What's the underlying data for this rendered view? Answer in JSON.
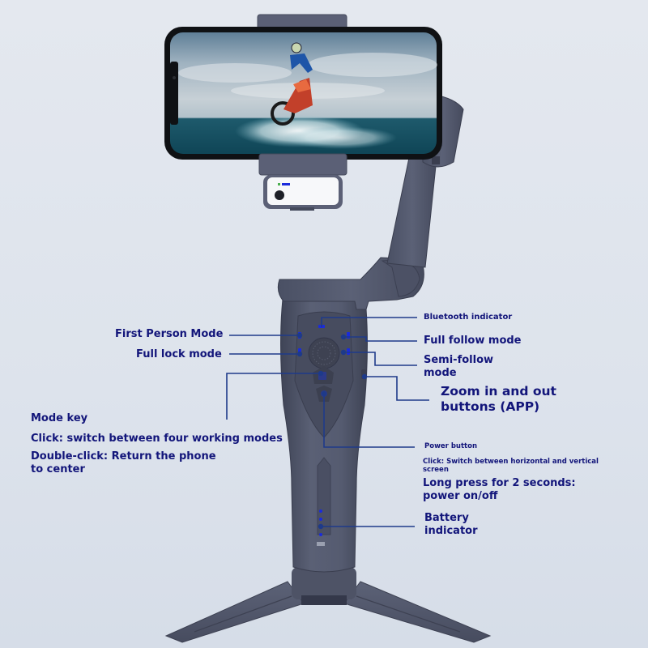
{
  "colors": {
    "background": "#e1e6ee",
    "label_text": "#12157a",
    "callout_line": "#1e3a8a",
    "gimbal_body": "#545a6f",
    "gimbal_body_dark": "#3f4456",
    "indicator_blue": "#1a2bdc"
  },
  "product": {
    "name": "3-axis smartphone gimbal stabilizer with tripod",
    "screen_image": "motocross rider jumping through ocean wave"
  },
  "callouts": {
    "left": {
      "first_person_mode": "First Person Mode",
      "full_lock_mode": "Full lock mode",
      "mode_key_title": "Mode key",
      "mode_key_click": "Click: switch between four working modes",
      "mode_key_double_click": "Double-click: Return the phone to center"
    },
    "right": {
      "bluetooth_indicator": "Bluetooth indicator",
      "full_follow_mode": "Full follow mode",
      "semi_follow_mode": "Semi-follow mode",
      "zoom_buttons": "Zoom in and out buttons (APP)",
      "power_button_title": "Power button",
      "power_button_click": "Click: Switch between horizontal and vertical screen",
      "power_button_long_press": "Long press for 2 seconds: power on/off",
      "battery_indicator": "Battery indicator"
    }
  }
}
